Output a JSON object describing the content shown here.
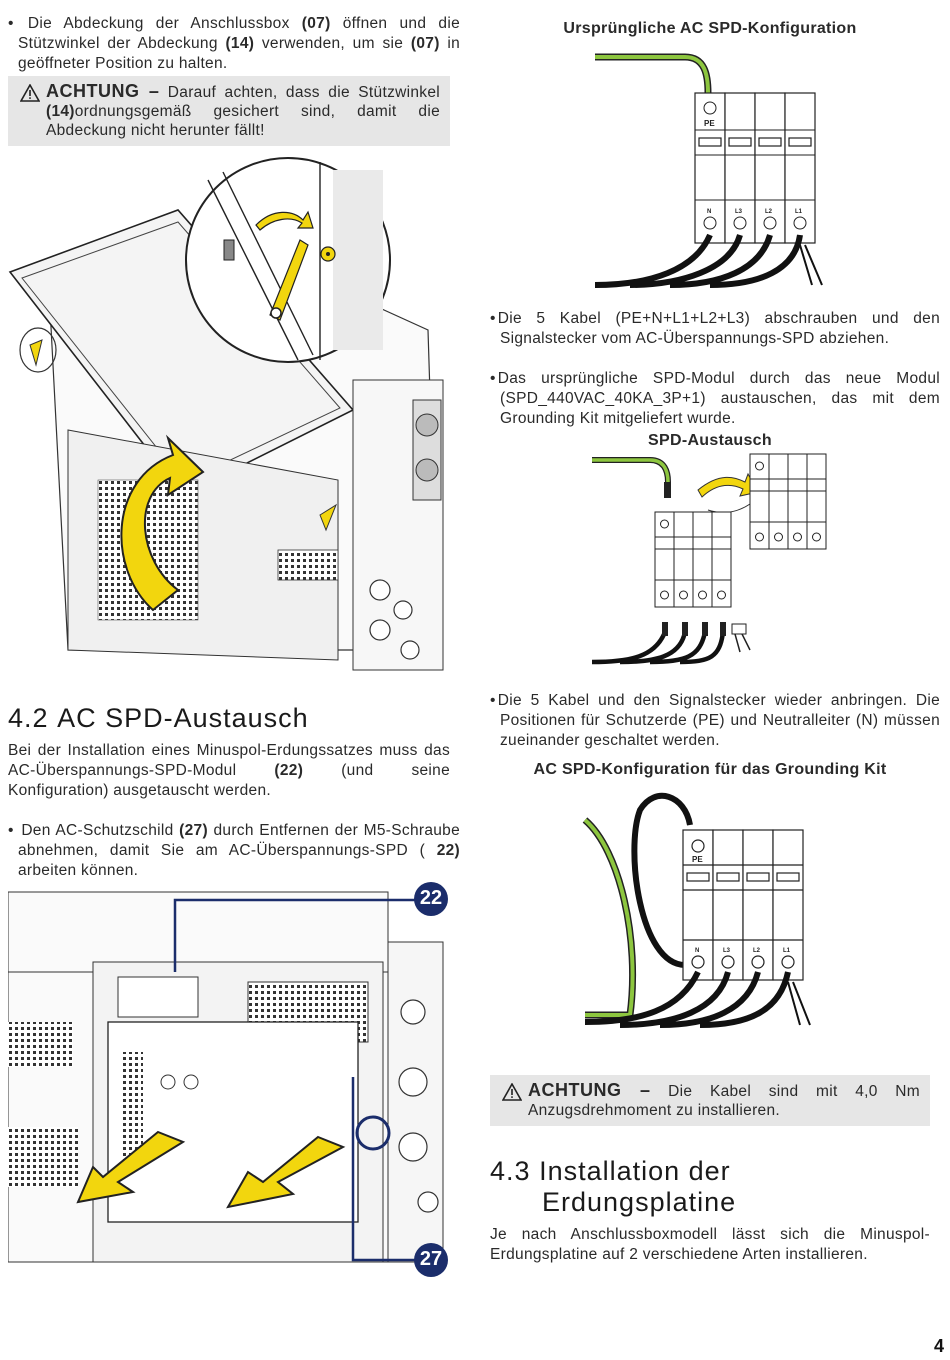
{
  "left": {
    "bullet1": {
      "pre": "Die Abdeckung der Anschlussbox ",
      "ref1": "(07)",
      "mid1": " öffnen und die Stützwinkel der Abdeckung ",
      "ref2": "(14)",
      "mid2": " verwenden, um sie ",
      "ref3": "(07)",
      "post": " in geöffneter Position zu halten."
    },
    "warning1": {
      "title": "ACHTUNG –",
      "pre": " Darauf achten, dass die Stützwinkel ",
      "ref": "(14)",
      "post": "ordnungsgemäß gesichert sind, damit die Abdeckung nicht herunter fällt!"
    },
    "section": {
      "number": "4.2",
      "title": "AC SPD-Austausch",
      "intro_pre": "Bei der Installation eines Minuspol-Erdungssatzes muss das AC-Überspannungs-SPD-Modul ",
      "intro_ref": "(22)",
      "intro_post": " (und seine Konfiguration) ausgetauscht werden."
    },
    "bullet2": {
      "pre": "Den AC-Schutzschild ",
      "ref1": "(27)",
      "mid": " durch Entfernen der M5-Schraube abnehmen, damit Sie am AC-Überspannungs-SPD ( ",
      "ref2": "22)",
      "post": " arbeiten können."
    },
    "callout_22": "22",
    "callout_27": "27"
  },
  "right": {
    "caption1": "Ursprüngliche AC SPD-Konfiguration",
    "spd_labels": {
      "pe": "PE",
      "n": "N",
      "l3": "L3",
      "l2": "L2",
      "l1": "L1"
    },
    "bullet3": "Die 5 Kabel (PE+N+L1+L2+L3) abschrauben und den Signalstecker vom AC-Überspannungs-SPD abziehen.",
    "bullet4": "Das ursprüngliche SPD-Modul durch das neue Modul (SPD_440VAC_40KA_3P+1) austauschen, das mit dem Grounding Kit mitgeliefert wurde.",
    "caption2": "SPD-Austausch",
    "bullet5": "Die 5 Kabel und den Signalstecker wieder anbringen. Die Positionen für Schutzerde (PE) und Neutralleiter (N) müssen zueinander geschaltet werden.",
    "caption3": "AC SPD-Konfiguration für das Grounding Kit",
    "warning2": {
      "title": "ACHTUNG –",
      "text": " Die Kabel sind mit 4,0 Nm Anzugsdrehmoment zu installieren."
    },
    "section": {
      "number": "4.3",
      "title_line1": "Installation der",
      "title_line2": "Erdungsplatine",
      "intro": "Je nach Anschlussboxmodell lässt sich die Minuspol-Erdungsplatine auf 2 verschiedene Arten installieren."
    }
  },
  "page_number": "4",
  "colors": {
    "warning_bg": "#e6e6e6",
    "arrow_yellow": "#f2d60e",
    "callout_navy": "#1b2d6b",
    "cable_green": "#8dc63f"
  }
}
